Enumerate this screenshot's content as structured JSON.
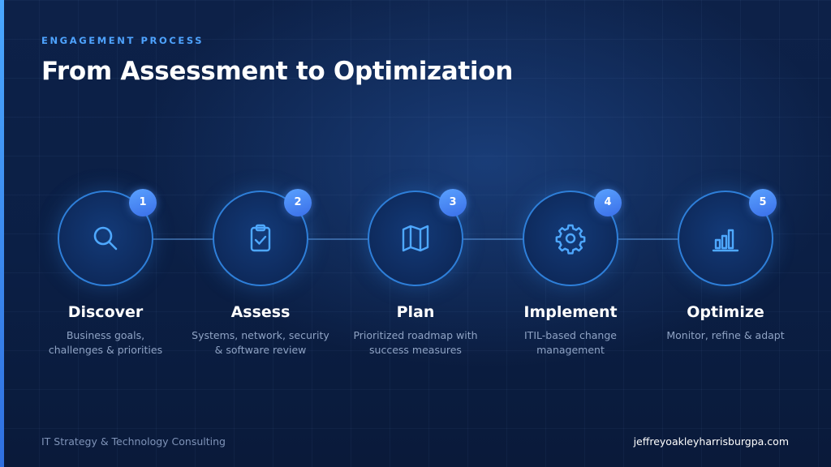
{
  "eyebrow": "ENGAGEMENT PROCESS",
  "title": "From Assessment to Optimization",
  "steps": [
    {
      "number": "1",
      "icon": "search-icon",
      "title": "Discover",
      "description": "Business goals,\nchallenges & priorities"
    },
    {
      "number": "2",
      "icon": "clipboard-check-icon",
      "title": "Assess",
      "description": "Systems, network, security\n& software review"
    },
    {
      "number": "3",
      "icon": "map-icon",
      "title": "Plan",
      "description": "Prioritized roadmap with\nsuccess measures"
    },
    {
      "number": "4",
      "icon": "gear-icon",
      "title": "Implement",
      "description": "ITIL-based change\nmanagement"
    },
    {
      "number": "5",
      "icon": "bar-chart-icon",
      "title": "Optimize",
      "description": "Monitor, refine & adapt"
    }
  ],
  "footer": {
    "tagline": "IT Strategy & Technology Consulting",
    "website": "jeffreyoakleyharrisburgpa.com"
  },
  "colors": {
    "accent": "#4ea3ff",
    "badge": "#4a86f2",
    "background": "#0b1d3f",
    "circle_border": "#2e7fd9"
  }
}
